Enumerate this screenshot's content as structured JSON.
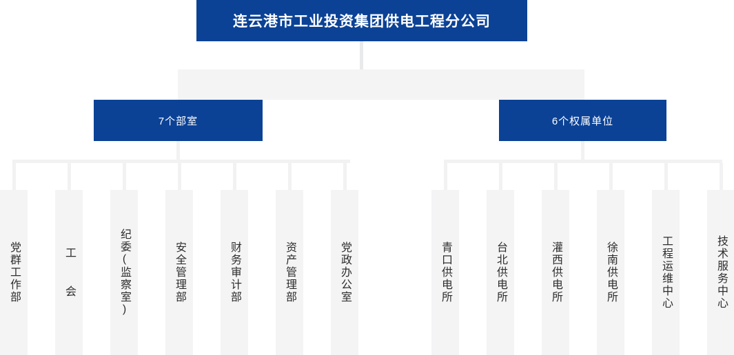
{
  "chart_meta": {
    "type": "org-chart",
    "orientation": "top-down",
    "accent_color": "#0B4296",
    "node_bg_color": "#f4f4f5",
    "connector_color": "#f2f2f3",
    "text_color_on_accent": "#ffffff",
    "text_color_leaf": "#2d2d2d"
  },
  "root": {
    "label": "连云港市工业投资集团供电工程分公司"
  },
  "branches": [
    {
      "id": "departments",
      "label": "7个部室"
    },
    {
      "id": "affiliates",
      "label": "6个权属单位"
    }
  ],
  "departments": [
    {
      "label": "党群工作部"
    },
    {
      "label": "工  会"
    },
    {
      "label": "纪委(监察室)"
    },
    {
      "label": "安全管理部"
    },
    {
      "label": "财务审计部"
    },
    {
      "label": "资产管理部"
    },
    {
      "label": "党政办公室"
    }
  ],
  "affiliates": [
    {
      "label": "青口供电所"
    },
    {
      "label": "台北供电所"
    },
    {
      "label": "灌西供电所"
    },
    {
      "label": "徐南供电所"
    },
    {
      "label": "工程运维中心"
    },
    {
      "label": "技术服务中心"
    }
  ]
}
